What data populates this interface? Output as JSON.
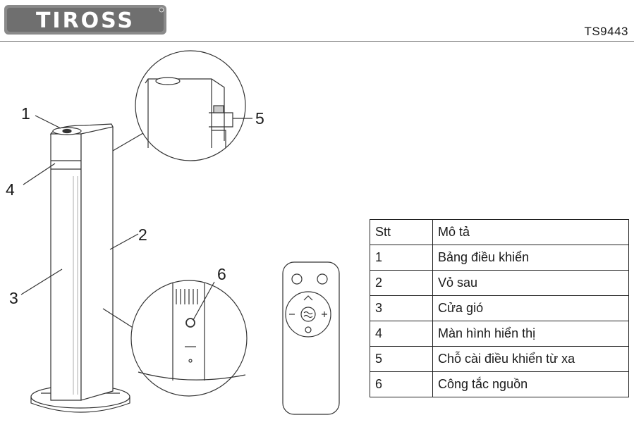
{
  "brand": "TIROSS",
  "model": "TS9443",
  "callouts": [
    "1",
    "2",
    "3",
    "4",
    "5",
    "6"
  ],
  "table": {
    "header": [
      "Stt",
      "Mô tả"
    ],
    "rows": [
      [
        "1",
        "Bảng điều khiển"
      ],
      [
        "2",
        "Vỏ sau"
      ],
      [
        "3",
        "Cửa gió"
      ],
      [
        "4",
        "Màn hình hiển thị"
      ],
      [
        "5",
        "Chỗ cài điều khiển từ xa"
      ],
      [
        "6",
        "Công tắc nguồn"
      ]
    ]
  },
  "remote_icons": [
    "timer-sleep-icon",
    "power-icon",
    "oscillation-icon",
    "wind-mode-icon",
    "minus-icon",
    "plus-icon",
    "clock-icon"
  ]
}
